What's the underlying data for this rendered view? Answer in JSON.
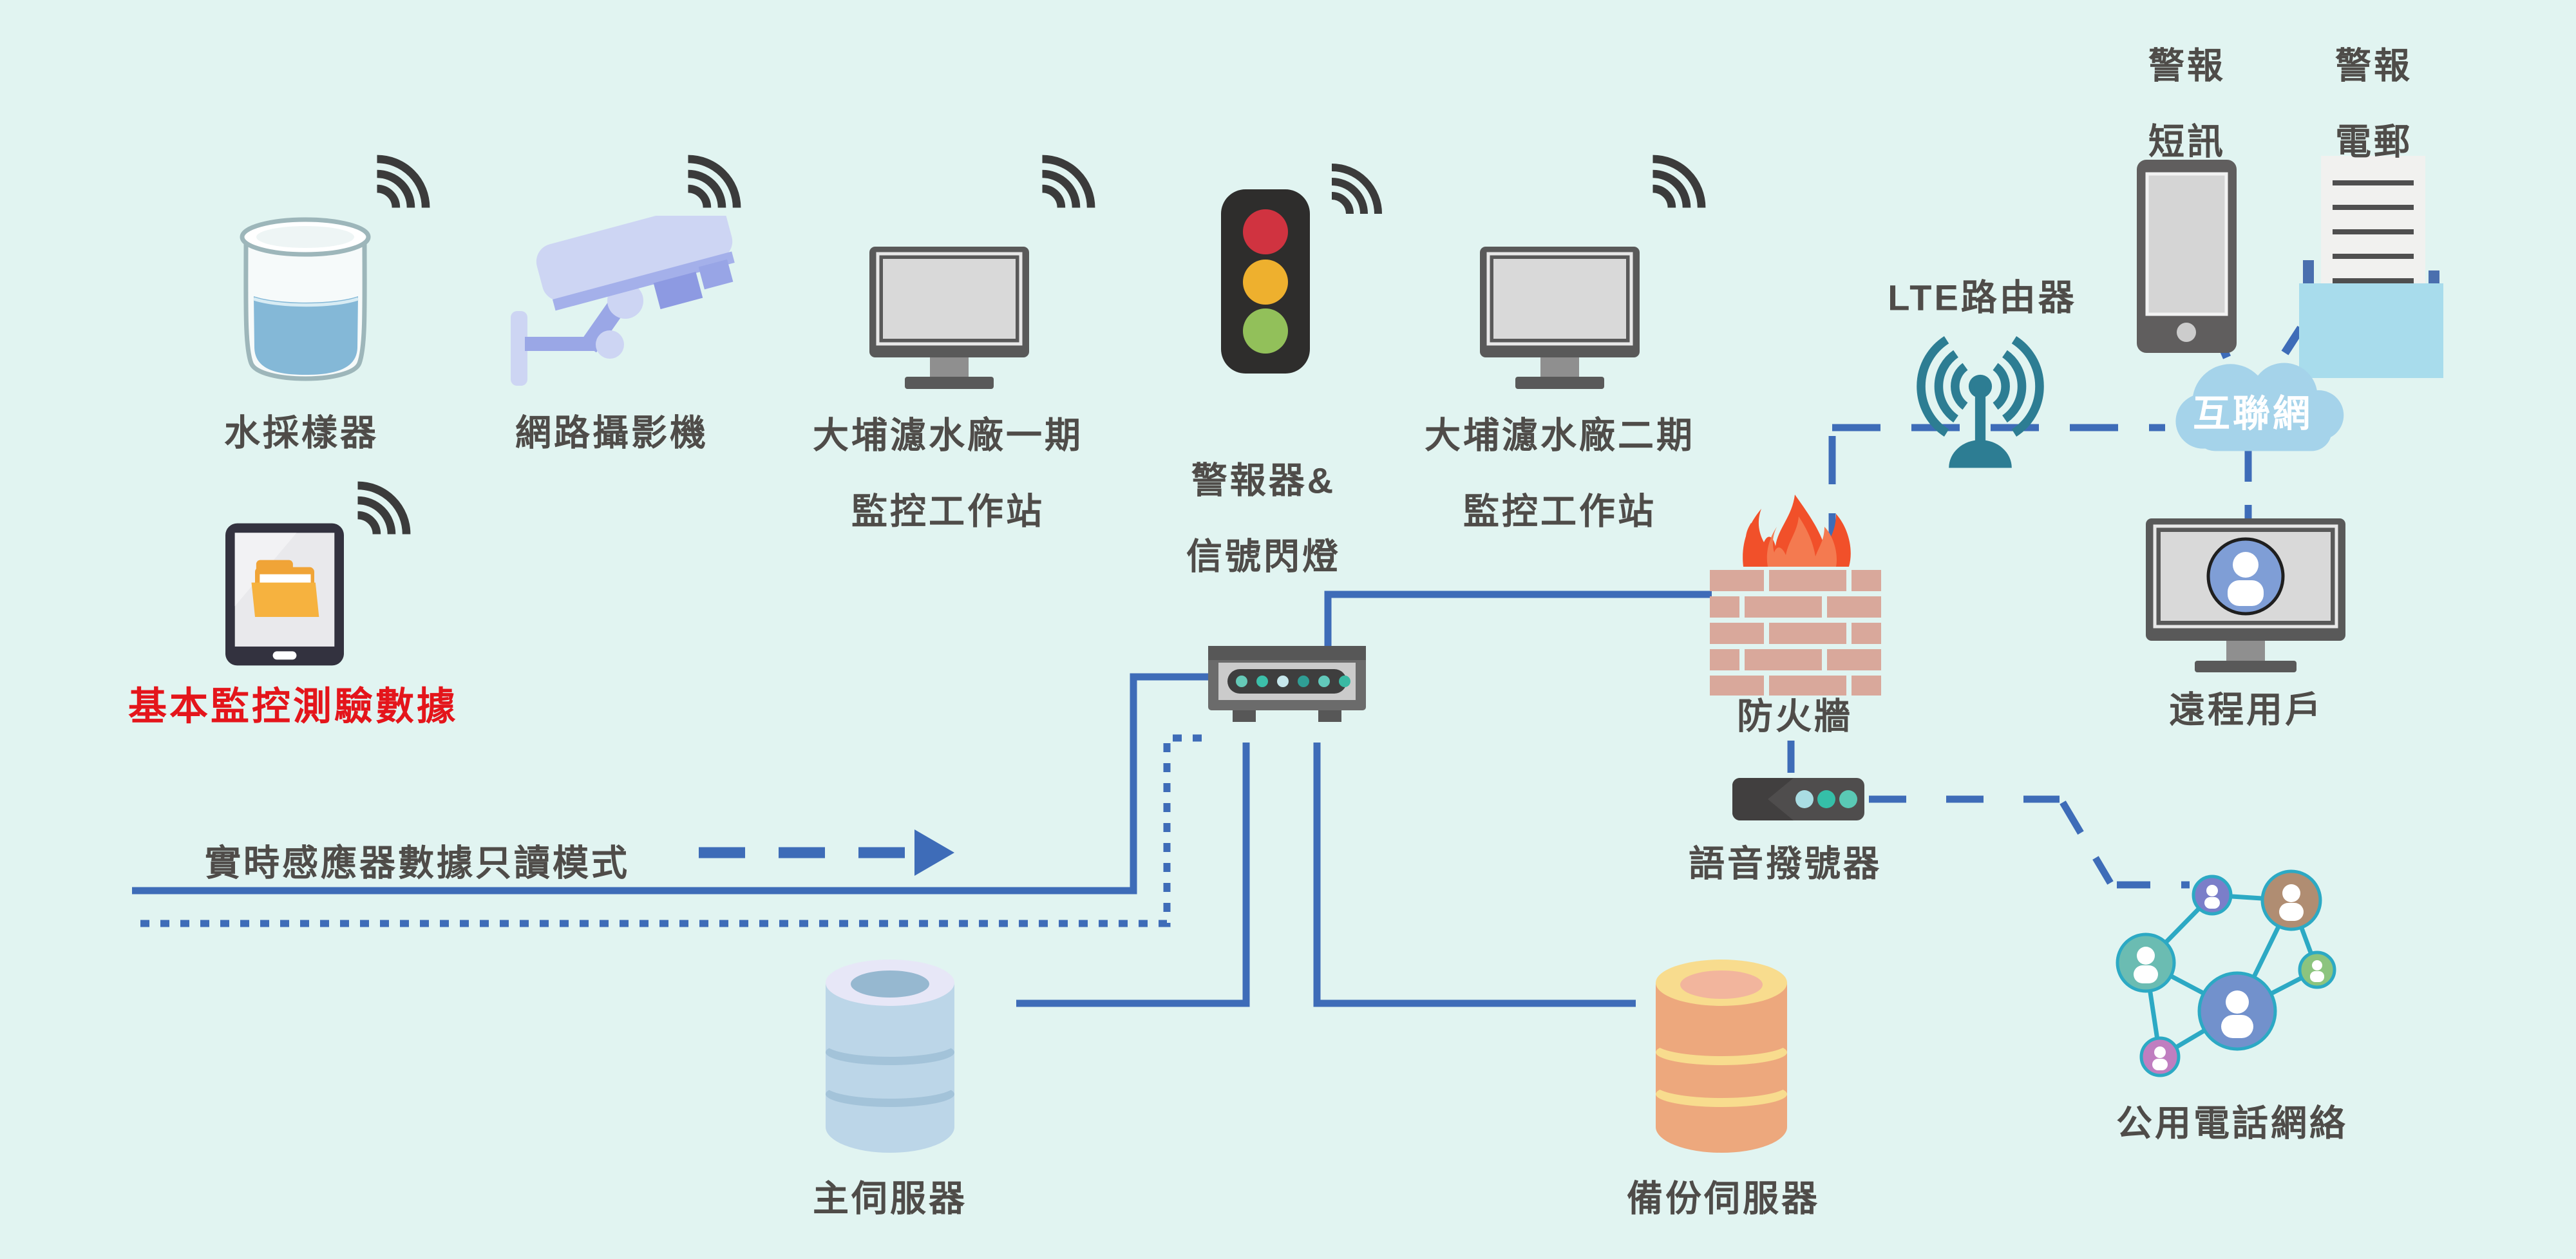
{
  "diagram_title": "",
  "colors": {
    "background": "#e1f4f1",
    "connector_blue": "#3e6cb8",
    "label_gray": "#4f4c49",
    "alert_red": "#e4151b",
    "cloud_blue": "#a5d3ea",
    "lte_teal": "#2d7d93",
    "people_network_teal": "#2ca9c4",
    "firewall_brick": "#d9a89b",
    "flame_orange": "#f1502a",
    "water_blue": "#84b8d7",
    "camera_periwinkle": "#cdd5f3",
    "main_server_blue": "#bcd6e8",
    "backup_server_orange": "#eda87d"
  },
  "nodes": {
    "water_sampler": {
      "label": "水採樣器"
    },
    "network_camera": {
      "label": "網路攝影機"
    },
    "workstation1": {
      "line1": "大埔濾水廠一期",
      "line2": "監控工作站"
    },
    "alarm_light": {
      "line1": "警報器&",
      "line2": "信號閃燈"
    },
    "workstation2": {
      "line1": "大埔濾水廠二期",
      "line2": "監控工作站"
    },
    "lte_router": {
      "label": "LTE路由器"
    },
    "alert_sms": {
      "line1": "警報",
      "line2": "短訊"
    },
    "alert_email": {
      "line1": "警報",
      "line2": "電郵"
    },
    "internet": {
      "label": "互聯網"
    },
    "remote_user": {
      "label": "遠程用戶"
    },
    "firewall": {
      "label": "防火牆"
    },
    "voice_dialer": {
      "label": "語音撥號器"
    },
    "tablet_data": {
      "label": "基本監控測驗數據"
    },
    "main_server": {
      "label": "主伺服器"
    },
    "backup_server": {
      "label": "備份伺服器"
    },
    "pstn": {
      "label": "公用電話網絡"
    }
  },
  "annotations": {
    "readonly_mode": "實時感應器數據只讀模式"
  }
}
